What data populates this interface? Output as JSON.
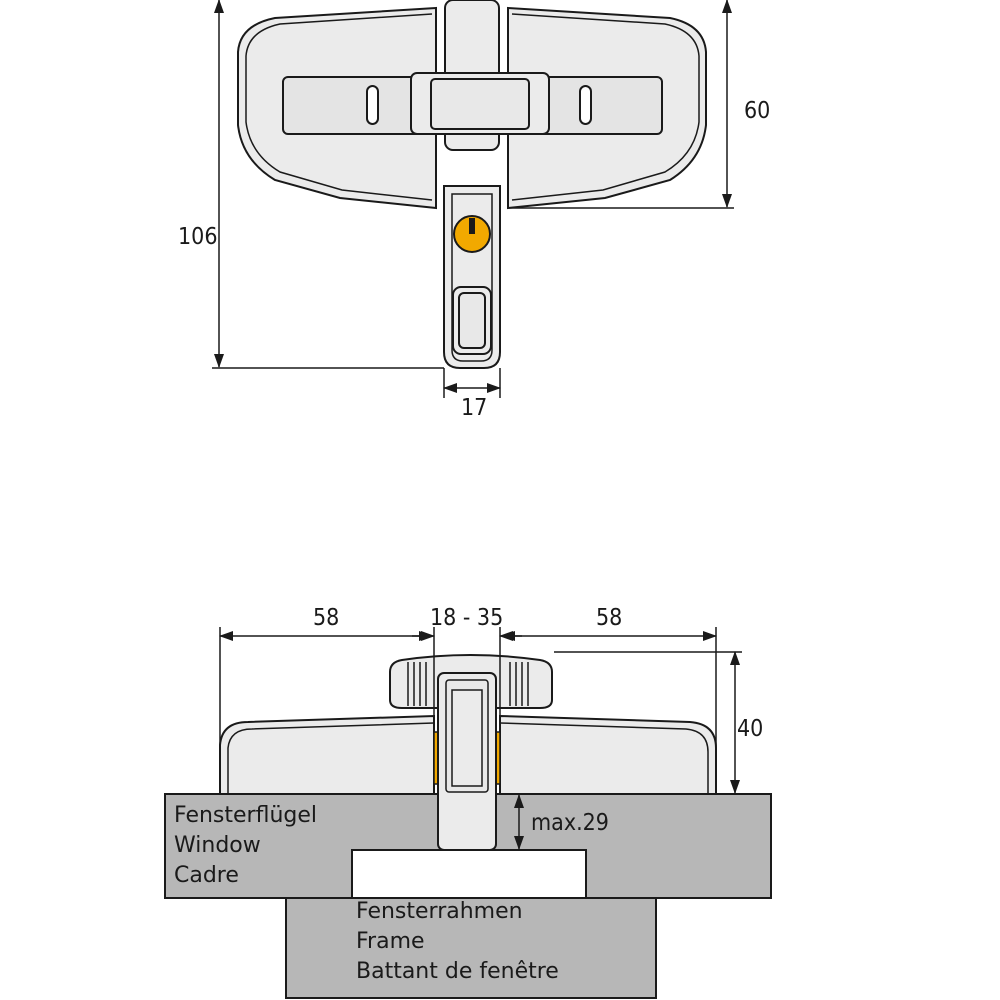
{
  "top_view": {
    "dimensions": {
      "height_total": "106",
      "height_body": "60",
      "width_handle": "17"
    },
    "lock_cylinder_color": "#f2a900"
  },
  "side_view": {
    "dimensions": {
      "width_left": "58",
      "gap_range": "18 - 35",
      "width_right": "58",
      "height": "40",
      "max_depth": "max.29"
    },
    "labels": {
      "sash": [
        "Fensterflügel",
        "Window",
        "Cadre"
      ],
      "frame": [
        "Fensterrahmen",
        "Frame",
        "Battant de fenêtre"
      ]
    },
    "spacer_color": "#f2a900"
  },
  "colors": {
    "body_fill": "#ebebeb",
    "line": "#1a1a1a",
    "wall_fill": "#b7b7b7"
  }
}
